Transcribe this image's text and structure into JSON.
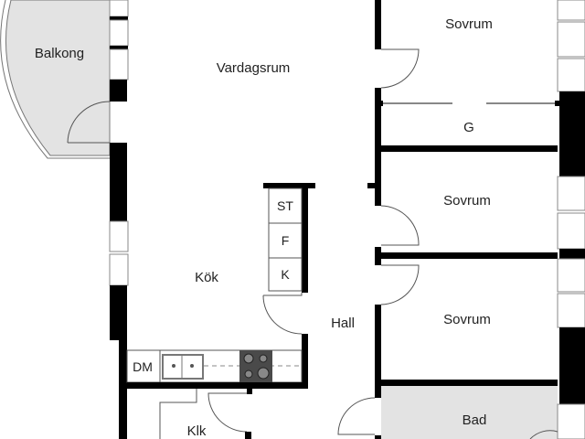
{
  "plan": {
    "rooms": {
      "balcony": "Balkong",
      "living_room": "Vardagsrum",
      "kitchen": "Kök",
      "hall": "Hall",
      "bedroom_1": "Sovrum",
      "wardrobe": "G",
      "bedroom_2": "Sovrum",
      "bedroom_3": "Sovrum",
      "bathroom": "Bad",
      "closet": "Klk",
      "dishwasher": "DM"
    },
    "cabinets": [
      "ST",
      "F",
      "K"
    ],
    "colors": {
      "wall": "#000000",
      "wet_room": "#e3e3e3",
      "stove": "#4a4a4a"
    }
  }
}
